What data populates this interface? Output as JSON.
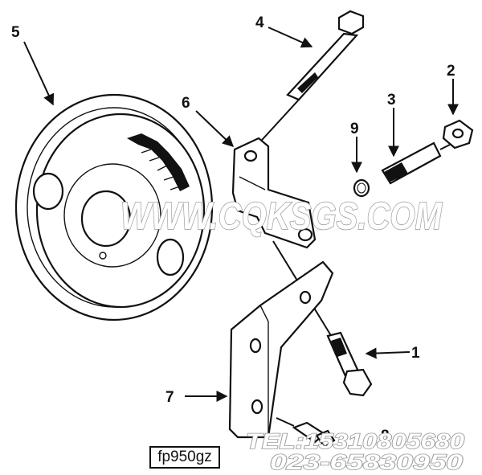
{
  "callouts": [
    "1",
    "2",
    "3",
    "4",
    "5",
    "6",
    "7",
    "8",
    "9"
  ],
  "figure_id": "fp950gz",
  "watermark": {
    "site": "WWW.CQKSGS.COM",
    "phone": "TEL:15310805680",
    "alt_phone": "023-65830950"
  }
}
